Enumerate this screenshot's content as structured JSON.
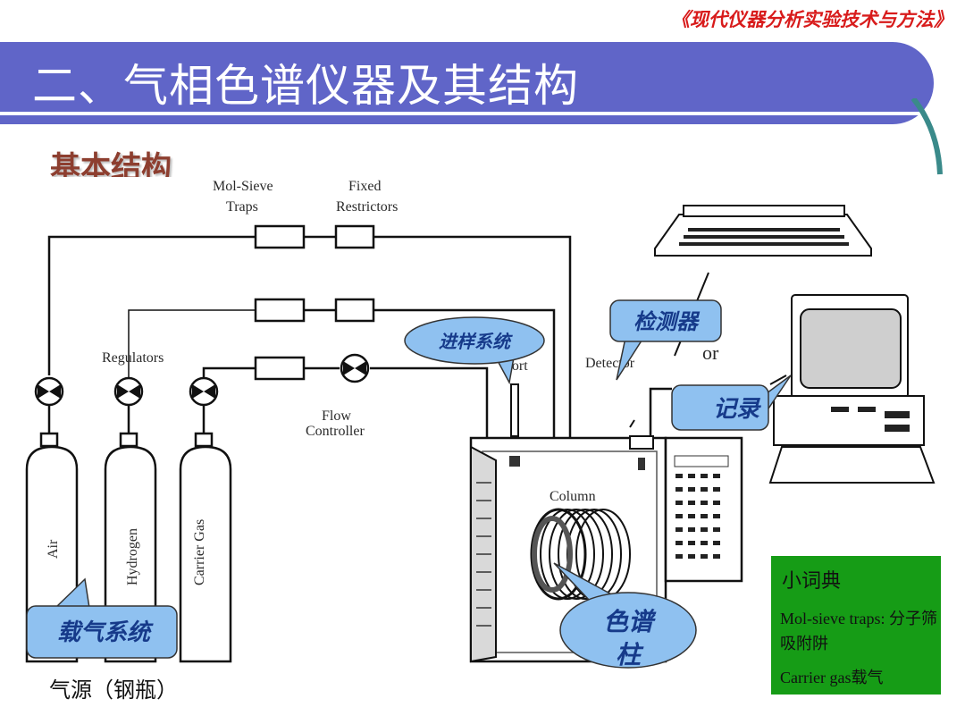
{
  "header": {
    "book_title": "《现代仪器分析实验技术与方法》",
    "slide_title": "二、气相色谱仪器及其结构",
    "subtitle": "基本结构"
  },
  "diagram_labels": {
    "mol_sieve": "Mol-Sieve",
    "traps": "Traps",
    "fixed": "Fixed",
    "restrictors": "Restrictors",
    "regulators": "Regulators",
    "flow": "Flow",
    "controller": "Controller",
    "port": "Port",
    "detector": "Detector",
    "or": "or",
    "column": "Column",
    "air": "Air",
    "hydrogen": "Hydrogen",
    "carrier_gas": "Carrier Gas"
  },
  "callouts": {
    "injection": "进样系统",
    "detector": "检测器",
    "recorder": "记录",
    "carrier_system": "载气系统",
    "column_line1": "色谱",
    "column_line2": "柱"
  },
  "footer": {
    "gas_source": "气源（钢瓶）"
  },
  "glossary": {
    "heading": "小词典",
    "item1": "Mol-sieve traps: 分子筛吸附阱",
    "item2": "Carrier gas载气"
  },
  "colors": {
    "title_band": "#6065c8",
    "book_title": "#d81b1b",
    "subtitle": "#8d3e2f",
    "callout_fill": "#8fc1f0",
    "callout_text": "#163a8a",
    "glossary_bg": "#169c16"
  }
}
